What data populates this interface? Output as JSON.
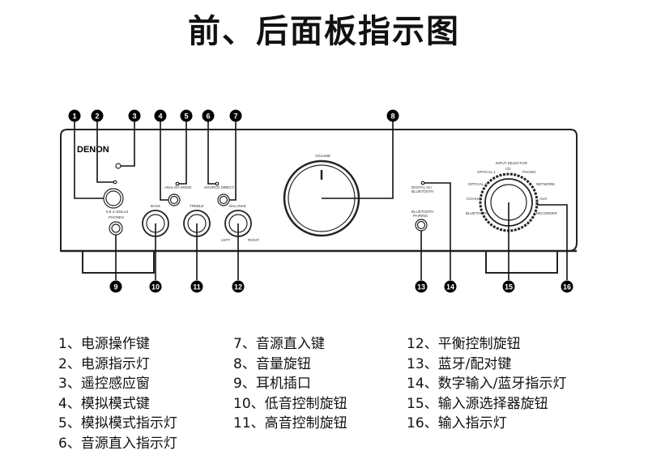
{
  "title": "前、后面板指示图",
  "panel": {
    "brand": "DENON",
    "labels": {
      "phones_levels": "6.8  4~32Ω  ≥4",
      "phones": "PHONES",
      "analog_mode": "ANALOG MODE",
      "source_direct": "SOURCE DIRECT",
      "bass": "BASS",
      "treble": "TREBLE",
      "balance": "BALANCE",
      "left": "LEFT",
      "right": "RIGHT",
      "volume": "VOLUME",
      "digital_in": "DIGITAL IN /",
      "bluetooth": "BLUETOOTH",
      "bt_pairing_1": "BLUETOOTH",
      "bt_pairing_2": "PAIRING",
      "input_selector": "INPUT SELECTOR",
      "inputs": [
        "OPTICAL 1",
        "CD",
        "PHONO",
        "OPTICAL 2",
        "NETWORK",
        "COAXIAL",
        "AUX",
        "BLUETOOTH",
        "RECORDER"
      ]
    }
  },
  "callouts": [
    "1",
    "2",
    "3",
    "4",
    "5",
    "6",
    "7",
    "8",
    "9",
    "10",
    "11",
    "12",
    "13",
    "14",
    "15",
    "16"
  ],
  "legend": {
    "col1": [
      "1、电源操作键",
      "2、电源指示灯",
      "3、遥控感应窗",
      "4、模拟模式键",
      "5、模拟模式指示灯",
      "6、音源直入指示灯"
    ],
    "col2": [
      "7、音源直入键",
      "8、音量旋钮",
      "9、耳机插口",
      "10、低音控制旋钮",
      "11、高音控制旋钮"
    ],
    "col3": [
      "12、平衡控制旋钮",
      "13、蓝牙/配对键",
      "14、数字输入/蓝牙指示灯",
      "15、输入源选择器旋钮",
      "16、输入指示灯"
    ]
  }
}
